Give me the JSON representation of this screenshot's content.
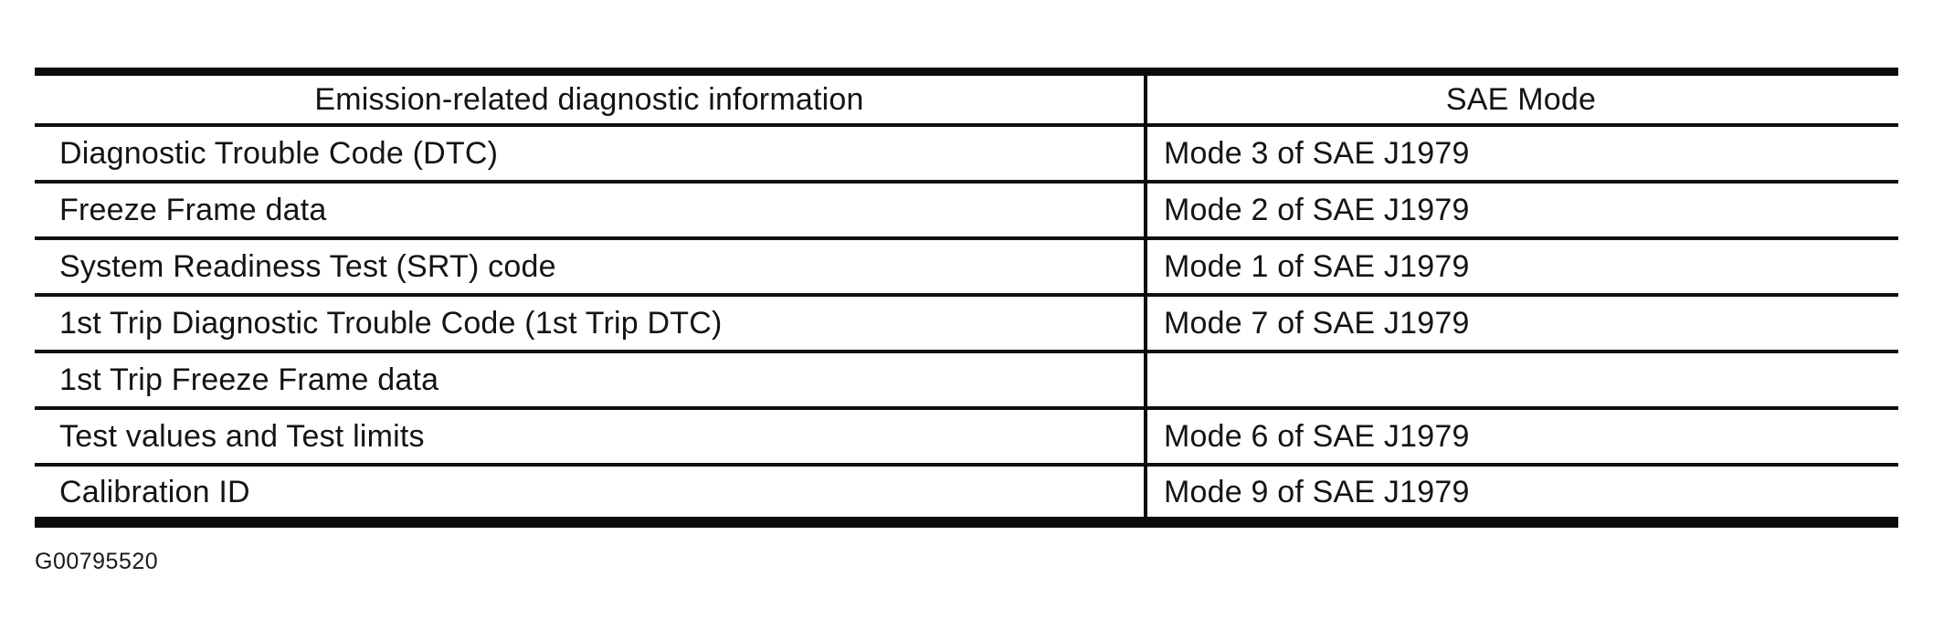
{
  "document": {
    "kind": "scanned-manual-table",
    "colors": {
      "paper": "#ffffff",
      "ink": "#141414",
      "rule": "#0b0b0b"
    },
    "table": {
      "columns": [
        "Emission-related diagnostic information",
        "SAE Mode"
      ],
      "rows": [
        {
          "info": "Diagnostic Trouble Code (DTC)",
          "mode": "Mode 3 of SAE J1979"
        },
        {
          "info": "Freeze Frame data",
          "mode": "Mode 2 of SAE J1979"
        },
        {
          "info": "System Readiness Test (SRT) code",
          "mode": "Mode 1 of SAE J1979"
        },
        {
          "info": "1st Trip Diagnostic Trouble Code (1st Trip DTC)",
          "mode": "Mode 7 of SAE J1979"
        },
        {
          "info": "1st Trip Freeze Frame data",
          "mode": ""
        },
        {
          "info": "Test values and Test limits",
          "mode": "Mode 6 of SAE J1979"
        },
        {
          "info": "Calibration ID",
          "mode": "Mode 9 of SAE J1979"
        }
      ],
      "caption": "G00795520"
    }
  }
}
